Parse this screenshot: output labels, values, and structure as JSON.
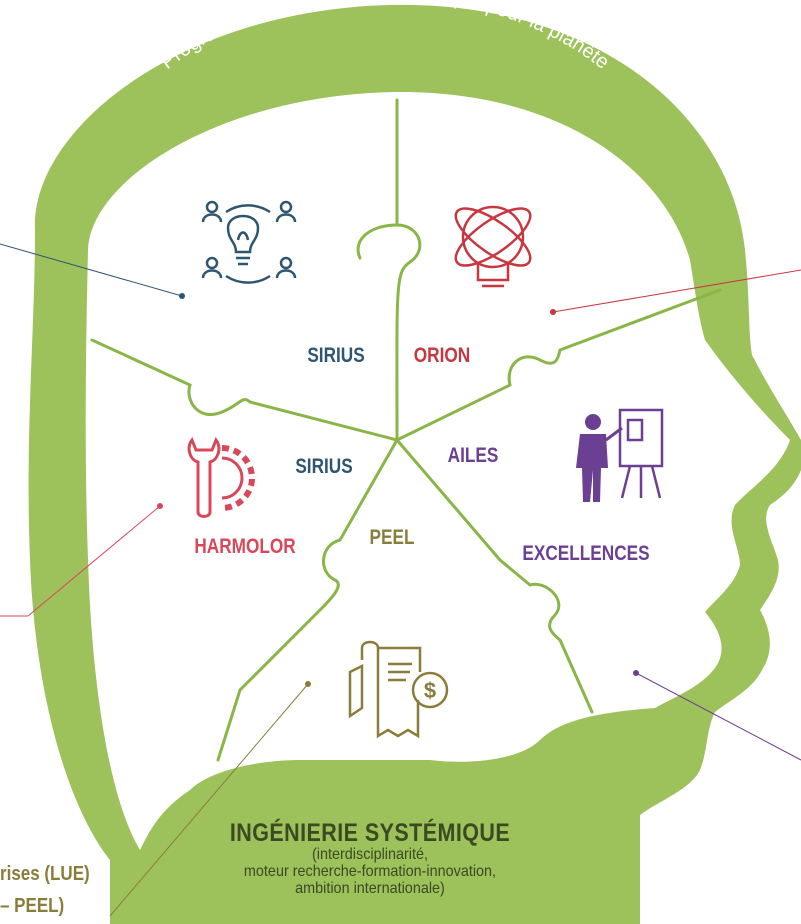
{
  "banner_text": "Programmes d’ingénierie systémique pour la planète",
  "colors": {
    "head_green": "#9dc15b",
    "divider_green": "#8ab547",
    "sirius": "#2e5670",
    "orion": "#c8373f",
    "harmolor": "#d9475a",
    "excellences": "#6b3f92",
    "peel": "#8a7d3c",
    "core_text": "#3b4a22"
  },
  "segments": [
    {
      "id": "sirius-top",
      "label": "SIRIUS",
      "icon": "lightbulb-team-icon"
    },
    {
      "id": "orion",
      "label": "ORION",
      "icon": "atom-lightbulb-icon"
    },
    {
      "id": "sirius-mid",
      "label": "SIRIUS",
      "icon": ""
    },
    {
      "id": "ailes",
      "label": "AILES",
      "icon": ""
    },
    {
      "id": "harmolor",
      "label": "HARMOLOR",
      "icon": "wrench-gear-icon"
    },
    {
      "id": "peel",
      "label": "PEEL",
      "icon": "invoice-dollar-icon"
    },
    {
      "id": "excellences",
      "label": "EXCELLENCES",
      "icon": "presenter-board-icon"
    }
  ],
  "edge_fragments": {
    "line1": "rises (LUE)",
    "line2": "– PEEL)"
  },
  "core": {
    "title": "INGÉNIERIE SYSTÉMIQUE",
    "line1": "(interdisciplinarité,",
    "line2": "moteur recherche-formation-innovation,",
    "line3": "ambition internationale)"
  }
}
